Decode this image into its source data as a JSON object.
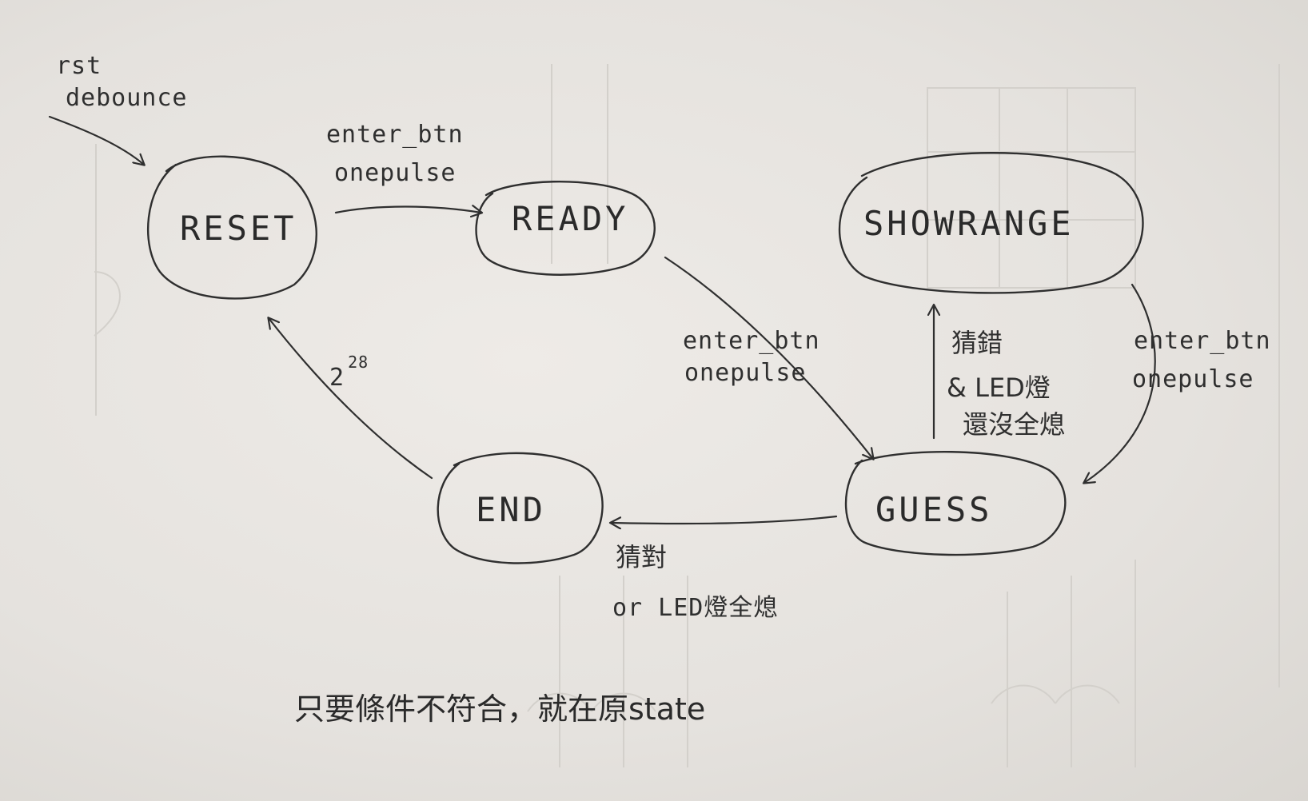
{
  "states": {
    "reset": "RESET",
    "ready": "READY",
    "showrange": "SHOWRANGE",
    "guess": "GUESS",
    "end": "END"
  },
  "transitions": {
    "entry_line1": "rst",
    "entry_line2": "debounce",
    "reset_to_ready_line1": "enter_btn",
    "reset_to_ready_line2": "onepulse",
    "ready_to_guess_line1": "enter_btn",
    "ready_to_guess_line2": "onepulse",
    "showrange_to_guess_line1": "enter_btn",
    "showrange_to_guess_line2": "onepulse",
    "guess_to_showrange_line1": "猜錯",
    "guess_to_showrange_line2": "& LED燈",
    "guess_to_showrange_line3": "還沒全熄",
    "guess_to_end_line1": "猜對",
    "guess_to_end_line2": "or LED燈全熄",
    "end_to_reset_base": "2",
    "end_to_reset_exp": "28"
  },
  "note": "只要條件不符合，就在原state",
  "colors": {
    "ink": "#2f2f2f",
    "paper": "#e6e3df"
  }
}
